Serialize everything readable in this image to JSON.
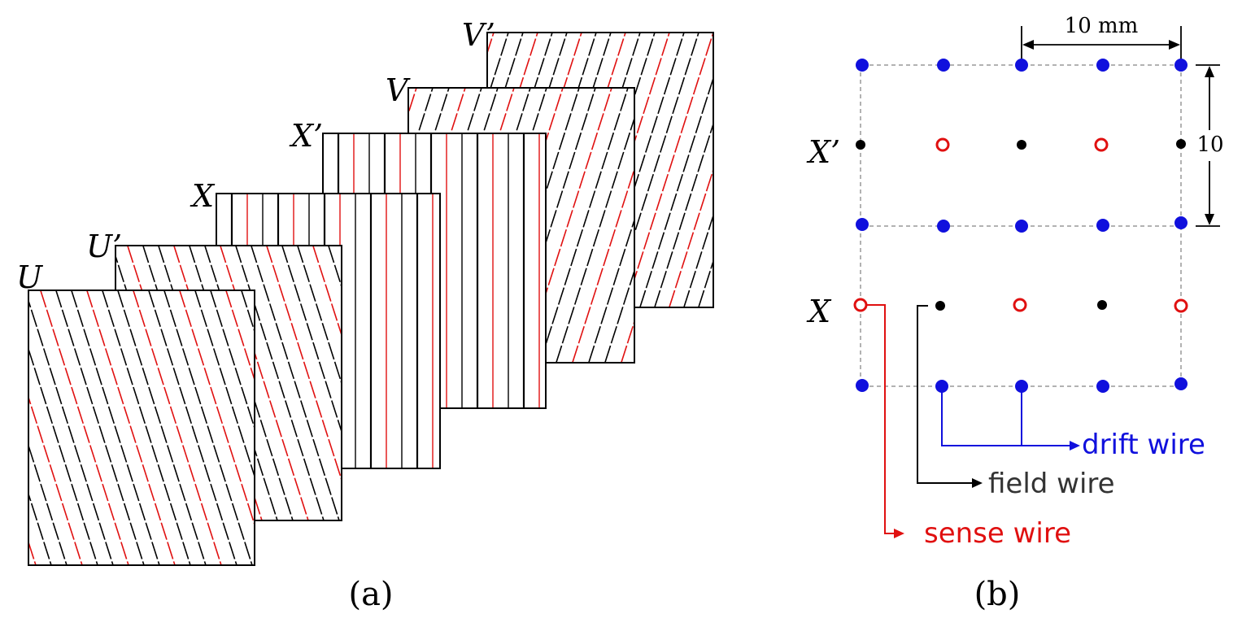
{
  "panel_a": {
    "caption": "(a)",
    "planes": {
      "U": "U",
      "U_prime": "U’",
      "X": "X",
      "X_prime": "X’",
      "V": "V",
      "V_prime": "V’"
    }
  },
  "panel_b": {
    "caption": "(b)",
    "row_labels": {
      "X_prime": "X’",
      "X": "X"
    },
    "horizontal_dimension": "10 mm",
    "vertical_dimension": "10",
    "legend": {
      "drift": "drift wire",
      "field": "field wire",
      "sense": "sense wire"
    },
    "colors": {
      "drift": "#1010dd",
      "field": "#000000",
      "sense": "#e01010",
      "plane_wire_black": "#000000",
      "plane_wire_red": "#e01010",
      "grid": "#999999"
    }
  }
}
